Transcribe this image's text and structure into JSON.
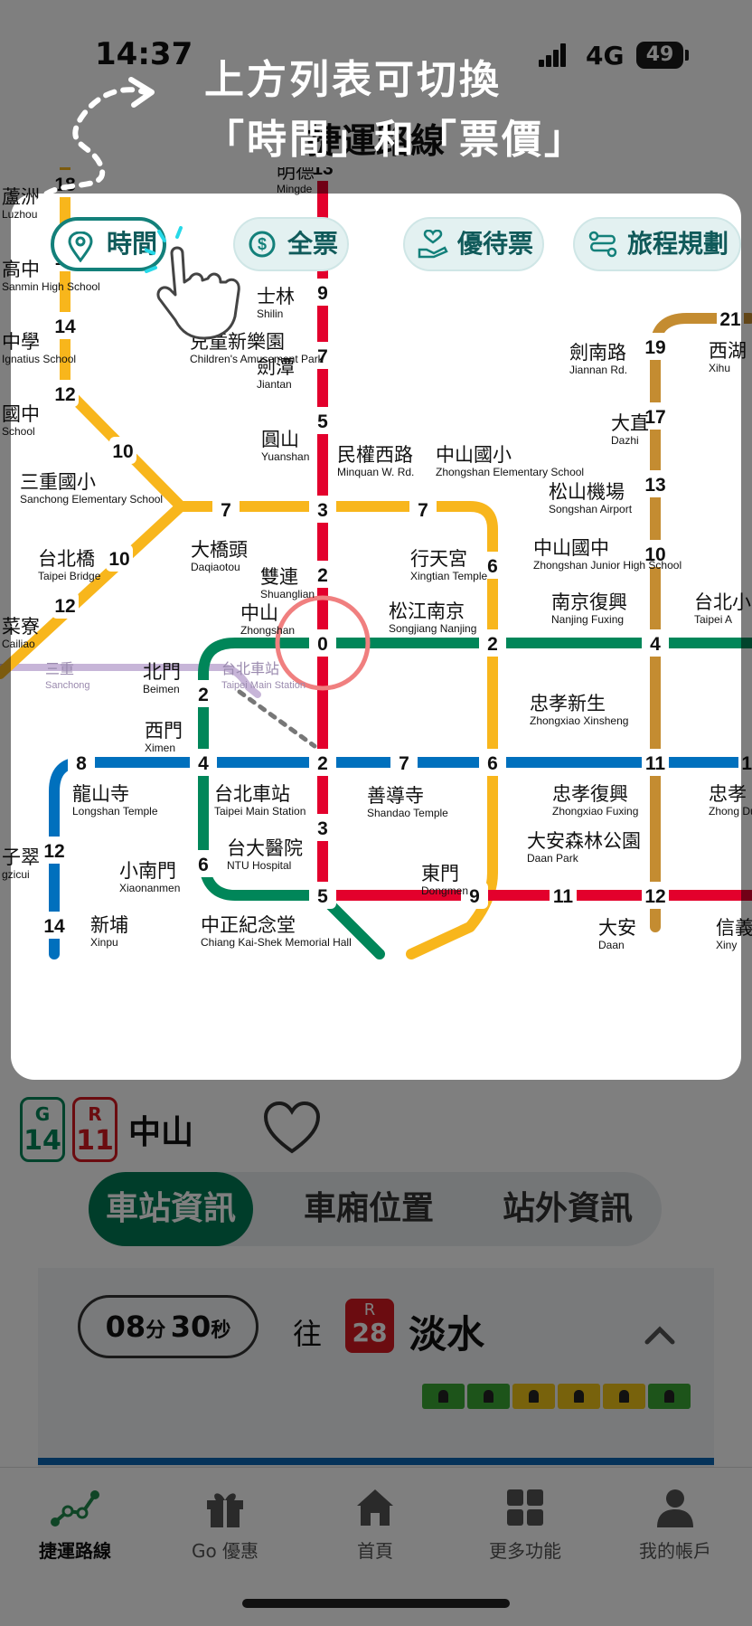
{
  "status": {
    "time": "14:37",
    "network": "4G",
    "battery": "49"
  },
  "header": {
    "title": "捷運路線"
  },
  "tutorial": {
    "line1": "上方列表可切換",
    "line2": "「時間」和「票價」"
  },
  "chips": [
    {
      "label": "時間",
      "icon": "map-pin-icon",
      "active": true
    },
    {
      "label": "全票",
      "icon": "dollar-coin-icon"
    },
    {
      "label": "優待票",
      "icon": "hand-heart-icon"
    },
    {
      "label": "旅程規劃",
      "icon": "route-icon"
    }
  ],
  "map": {
    "colors": {
      "red": "#e3002c",
      "yellow": "#f8b61c",
      "green": "#008659",
      "blue": "#0070bd",
      "brown": "#c48c31",
      "purple": "#c7b5d8",
      "highlight": "#f07f7f"
    },
    "numbers": [
      "13",
      "18",
      "16",
      "9",
      "14",
      "7",
      "12",
      "5",
      "10",
      "3",
      "7",
      "7",
      "19",
      "21",
      "17",
      "13",
      "10",
      "10",
      "6",
      "2",
      "12",
      "0",
      "2",
      "4",
      "2",
      "8",
      "4",
      "2",
      "7",
      "6",
      "11",
      "12",
      "3",
      "12",
      "6",
      "5",
      "9",
      "11",
      "12",
      "14"
    ],
    "stations": [
      {
        "zh": "明德",
        "en": "Mingde"
      },
      {
        "zh": "蘆洲",
        "en": "Luzhou"
      },
      {
        "zh": "高中",
        "en": "Sanmin High School"
      },
      {
        "zh": "中學",
        "en": "Ignatius School"
      },
      {
        "zh": "國中",
        "en": "School"
      },
      {
        "zh": "三重國小",
        "en": "Sanchong Elementary School"
      },
      {
        "zh": "台北橋",
        "en": "Taipei Bridge"
      },
      {
        "zh": "菜寮",
        "en": "Cailiao"
      },
      {
        "zh": "三重",
        "en": "Sanchong"
      },
      {
        "zh": "子翠",
        "en": "gzicui"
      },
      {
        "zh": "士林",
        "en": "Shilin"
      },
      {
        "zh": "兒童新樂園",
        "en": "Children's Amusement Park"
      },
      {
        "zh": "劍潭",
        "en": "Jiantan"
      },
      {
        "zh": "圓山",
        "en": "Yuanshan"
      },
      {
        "zh": "民權西路",
        "en": "Minquan W. Rd."
      },
      {
        "zh": "中山國小",
        "en": "Zhongshan Elementary School"
      },
      {
        "zh": "大橋頭",
        "en": "Daqiaotou"
      },
      {
        "zh": "雙連",
        "en": "Shuanglian"
      },
      {
        "zh": "中山",
        "en": "Zhongshan"
      },
      {
        "zh": "行天宮",
        "en": "Xingtian Temple"
      },
      {
        "zh": "松江南京",
        "en": "Songjiang Nanjing"
      },
      {
        "zh": "北門",
        "en": "Beimen"
      },
      {
        "zh": "台北車站",
        "en": "Taipei Main Station"
      },
      {
        "zh": "西門",
        "en": "Ximen"
      },
      {
        "zh": "龍山寺",
        "en": "Longshan Temple"
      },
      {
        "zh": "台北車站",
        "en": "Taipei Main Station"
      },
      {
        "zh": "善導寺",
        "en": "Shandao Temple"
      },
      {
        "zh": "台大醫院",
        "en": "NTU Hospital"
      },
      {
        "zh": "小南門",
        "en": "Xiaonanmen"
      },
      {
        "zh": "東門",
        "en": "Dongmen"
      },
      {
        "zh": "新埔",
        "en": "Xinpu"
      },
      {
        "zh": "中正紀念堂",
        "en": "Chiang Kai-Shek Memorial Hall"
      },
      {
        "zh": "劍南路",
        "en": "Jiannan Rd."
      },
      {
        "zh": "西湖",
        "en": "Xihu"
      },
      {
        "zh": "大直",
        "en": "Dazhi"
      },
      {
        "zh": "松山機場",
        "en": "Songshan Airport"
      },
      {
        "zh": "中山國中",
        "en": "Zhongshan Junior High School"
      },
      {
        "zh": "南京復興",
        "en": "Nanjing Fuxing"
      },
      {
        "zh": "台北小",
        "en": "Taipei A"
      },
      {
        "zh": "忠孝新生",
        "en": "Zhongxiao Xinsheng"
      },
      {
        "zh": "忠孝復興",
        "en": "Zhongxiao Fuxing"
      },
      {
        "zh": "忠孝",
        "en": "Zhong Dun"
      },
      {
        "zh": "大安森林公園",
        "en": "Daan Park"
      },
      {
        "zh": "大安",
        "en": "Daan"
      },
      {
        "zh": "信義",
        "en": "Xiny"
      }
    ]
  },
  "station": {
    "lines": [
      {
        "code": "G",
        "num": "14",
        "color": "#008659"
      },
      {
        "code": "R",
        "num": "11",
        "color": "#d71920"
      }
    ],
    "name": "中山"
  },
  "info_tabs": [
    "車站資訊",
    "車廂位置",
    "站外資訊"
  ],
  "arrival": {
    "min": "08",
    "min_unit": "分",
    "sec": "30",
    "sec_unit": "秒",
    "toward": "往",
    "dest_code": "R",
    "dest_num": "28",
    "dest_name": "淡水",
    "cars": [
      "#3aa935",
      "#3aa935",
      "#f0c419",
      "#f0c419",
      "#f0c419",
      "#3aa935"
    ]
  },
  "tabbar": [
    {
      "label": "捷運路線",
      "icon": "metro-route-icon",
      "active": true
    },
    {
      "label": "Go 優惠",
      "icon": "gift-icon"
    },
    {
      "label": "首頁",
      "icon": "home-icon"
    },
    {
      "label": "更多功能",
      "icon": "grid-icon"
    },
    {
      "label": "我的帳戶",
      "icon": "person-icon"
    }
  ]
}
